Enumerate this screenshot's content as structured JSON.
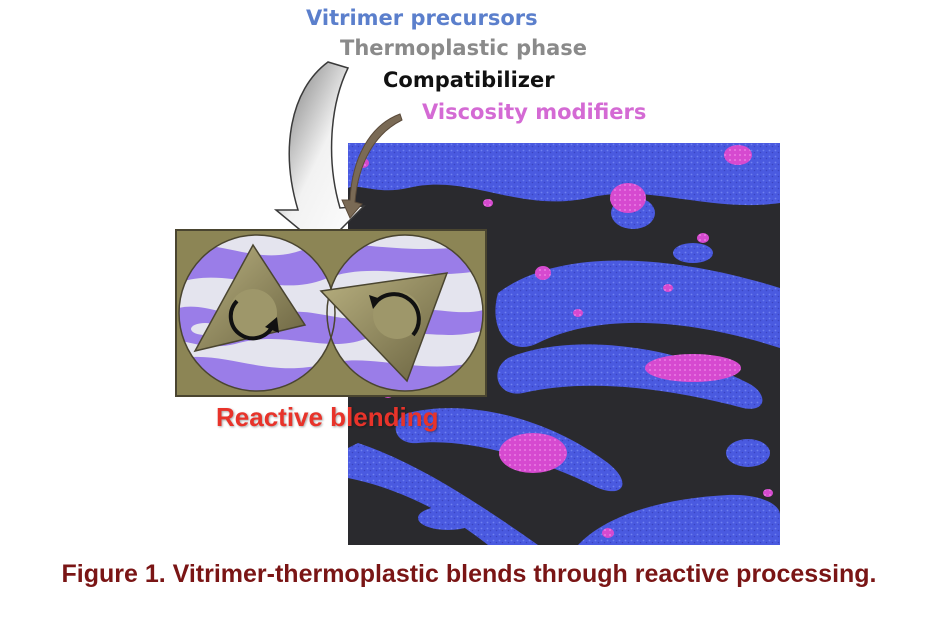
{
  "inputs": [
    {
      "label": "Vitrimer precursors",
      "color": "#5b7fcc"
    },
    {
      "label": "Thermoplastic phase",
      "color": "#8a8a8a"
    },
    {
      "label": "Compatibilizer",
      "color": "#111111"
    },
    {
      "label": "Viscosity modifiers",
      "color": "#d46ad4"
    }
  ],
  "process_label": "Reactive blending",
  "process_color": "#e8332a",
  "caption": "Figure 1. Vitrimer-thermoplastic blends through reactive processing.",
  "caption_color": "#7a1515",
  "colors": {
    "mixer_bg": "#8c8555",
    "vitrimer_phase": "#9a7de8",
    "thermoplastic_phase": "#e4e4ee",
    "micrograph_matrix": "#2a2a2e",
    "micrograph_blue": "#4a5ae0",
    "micrograph_pink": "#d64ad0"
  },
  "icons": {
    "feed_arrow": "curved-down-arrow-icon",
    "rotor_left": "clockwise-arrow-icon",
    "rotor_right": "counterclockwise-arrow-icon"
  }
}
